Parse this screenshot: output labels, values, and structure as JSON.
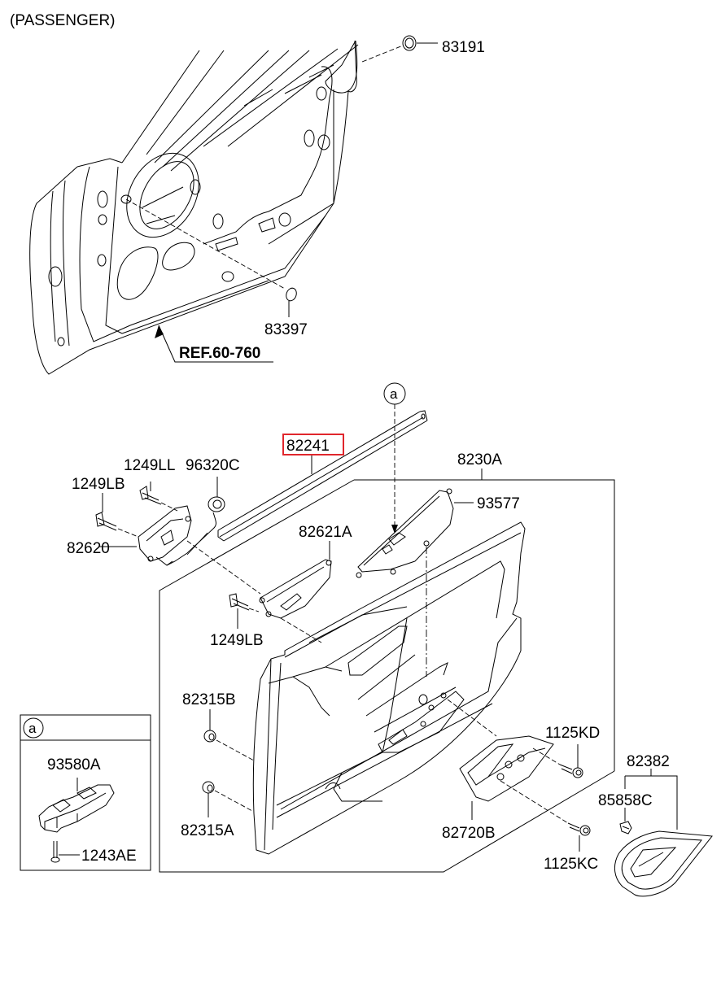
{
  "diagram": {
    "title": "(PASSENGER)",
    "reference": "REF.60-760",
    "highlighted_part": "82241",
    "highlight_color": "#e0262c",
    "callout_marker": "a",
    "inset": {
      "marker": "a",
      "parts": [
        "93580A",
        "1243AE"
      ]
    },
    "group_label": "8230A",
    "group_bracket_label": "82382",
    "parts": {
      "p83191": "83191",
      "p83397": "83397",
      "p82241": "82241",
      "p8230A": "8230A",
      "p93577": "93577",
      "p1249LL": "1249LL",
      "p96320C": "96320C",
      "p1249LB_top": "1249LB",
      "p82620": "82620",
      "p82621A": "82621A",
      "p1249LB_mid": "1249LB",
      "p82315B": "82315B",
      "p82315A": "82315A",
      "p1125KD": "1125KD",
      "p82720B": "82720B",
      "p1125KC": "1125KC",
      "p82382": "82382",
      "p85858C": "85858C",
      "p93580A": "93580A",
      "p1243AE": "1243AE"
    }
  }
}
